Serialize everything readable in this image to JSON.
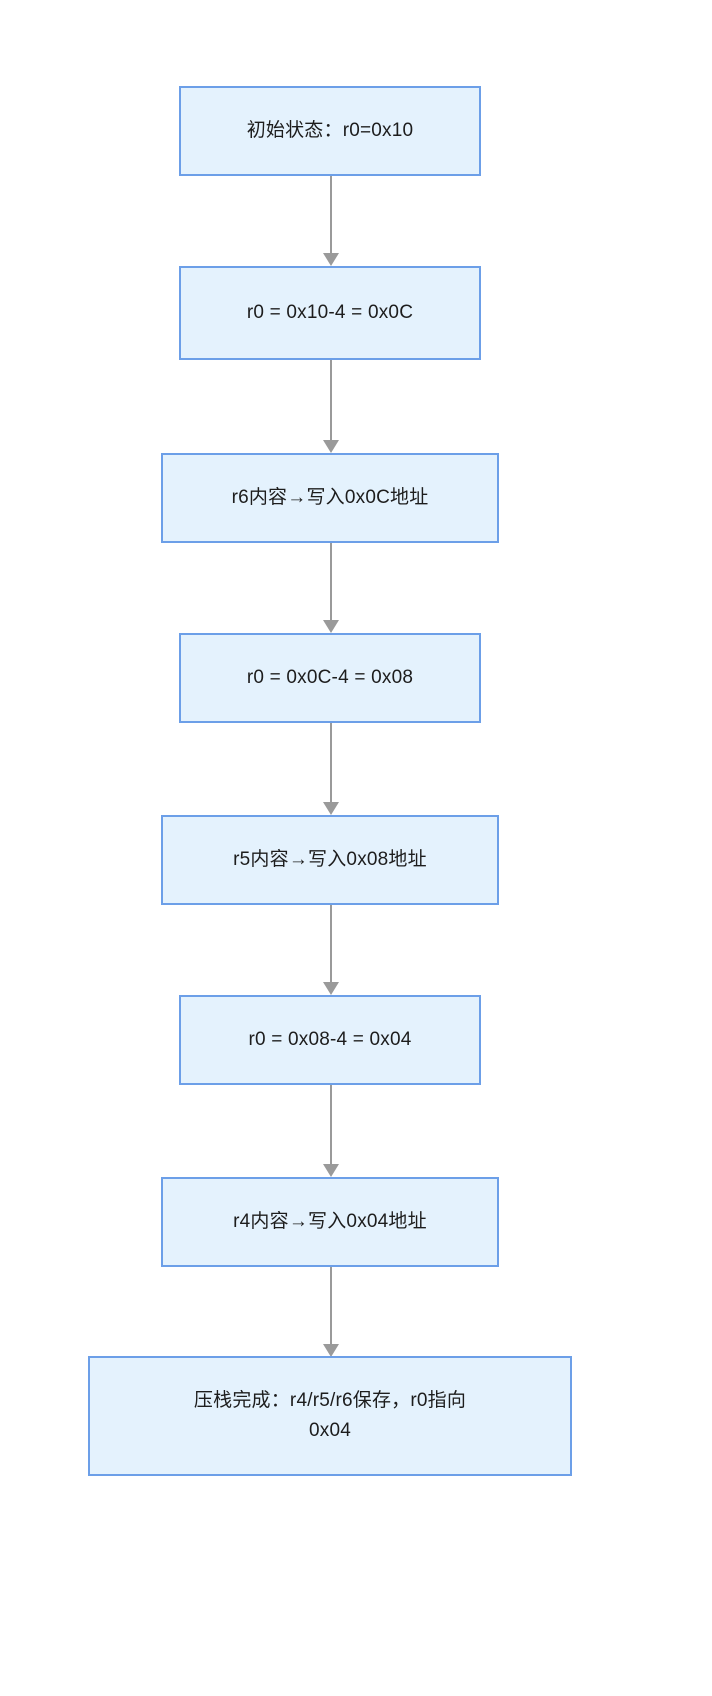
{
  "diagram": {
    "type": "flowchart",
    "direction": "top-to-bottom",
    "theme": {
      "node_fill": "#e4f2fd",
      "node_border": "#6c9fe8",
      "edge_color": "#9a9a9a",
      "text_color": "#1d1d1d",
      "background": "#ffffff"
    },
    "nodes": [
      {
        "id": "n1",
        "label": "初始状态：r0=0x10"
      },
      {
        "id": "n2",
        "label": "r0 = 0x10-4 = 0x0C"
      },
      {
        "id": "n3",
        "label": "r6内容→写入0x0C地址"
      },
      {
        "id": "n4",
        "label": "r0 = 0x0C-4 = 0x08"
      },
      {
        "id": "n5",
        "label": "r5内容→写入0x08地址"
      },
      {
        "id": "n6",
        "label": "r0 = 0x08-4 = 0x04"
      },
      {
        "id": "n7",
        "label": "r4内容→写入0x04地址"
      },
      {
        "id": "n8",
        "label": "压栈完成：r4/r5/r6保存，r0指向\n0x04"
      }
    ],
    "edges": [
      {
        "from": "n1",
        "to": "n2",
        "label": ""
      },
      {
        "from": "n2",
        "to": "n3",
        "label": ""
      },
      {
        "from": "n3",
        "to": "n4",
        "label": ""
      },
      {
        "from": "n4",
        "to": "n5",
        "label": ""
      },
      {
        "from": "n5",
        "to": "n6",
        "label": ""
      },
      {
        "from": "n6",
        "to": "n7",
        "label": ""
      },
      {
        "from": "n7",
        "to": "n8",
        "label": ""
      }
    ]
  }
}
